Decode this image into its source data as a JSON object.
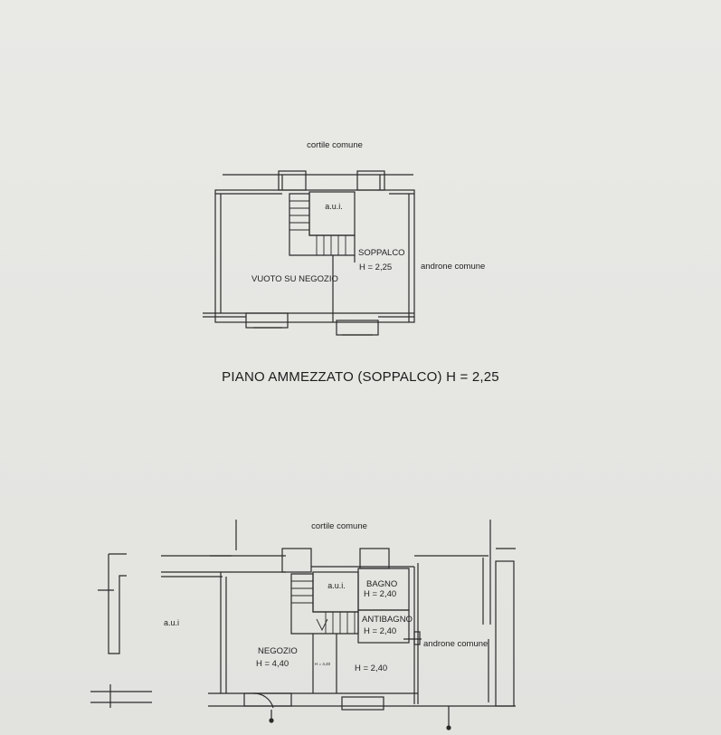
{
  "upper_plan": {
    "courtyard_label": "cortile comune",
    "aui_label": "a.u.i.",
    "mezzanine_label": "SOPPALCO",
    "mezzanine_height": "H = 2,25",
    "void_label": "VUOTO SU NEGOZIO",
    "hall_label": "androne comune"
  },
  "upper_plan_title": "PIANO AMMEZZATO (SOPPALCO) H = 2,25",
  "lower_plan": {
    "courtyard_label": "cortile comune",
    "aui_center_label": "a.u.i.",
    "aui_left_label": "a.u.i",
    "bathroom_label": "BAGNO",
    "bathroom_height": "H = 2,40",
    "antibath_label": "ANTIBAGNO",
    "antibath_height": "H = 2,40",
    "shop_label": "NEGOZIO",
    "shop_height": "H = 4,40",
    "small_height": "H = 4,40",
    "room_height": "H = 2,40",
    "hall_label": "androne comune"
  }
}
